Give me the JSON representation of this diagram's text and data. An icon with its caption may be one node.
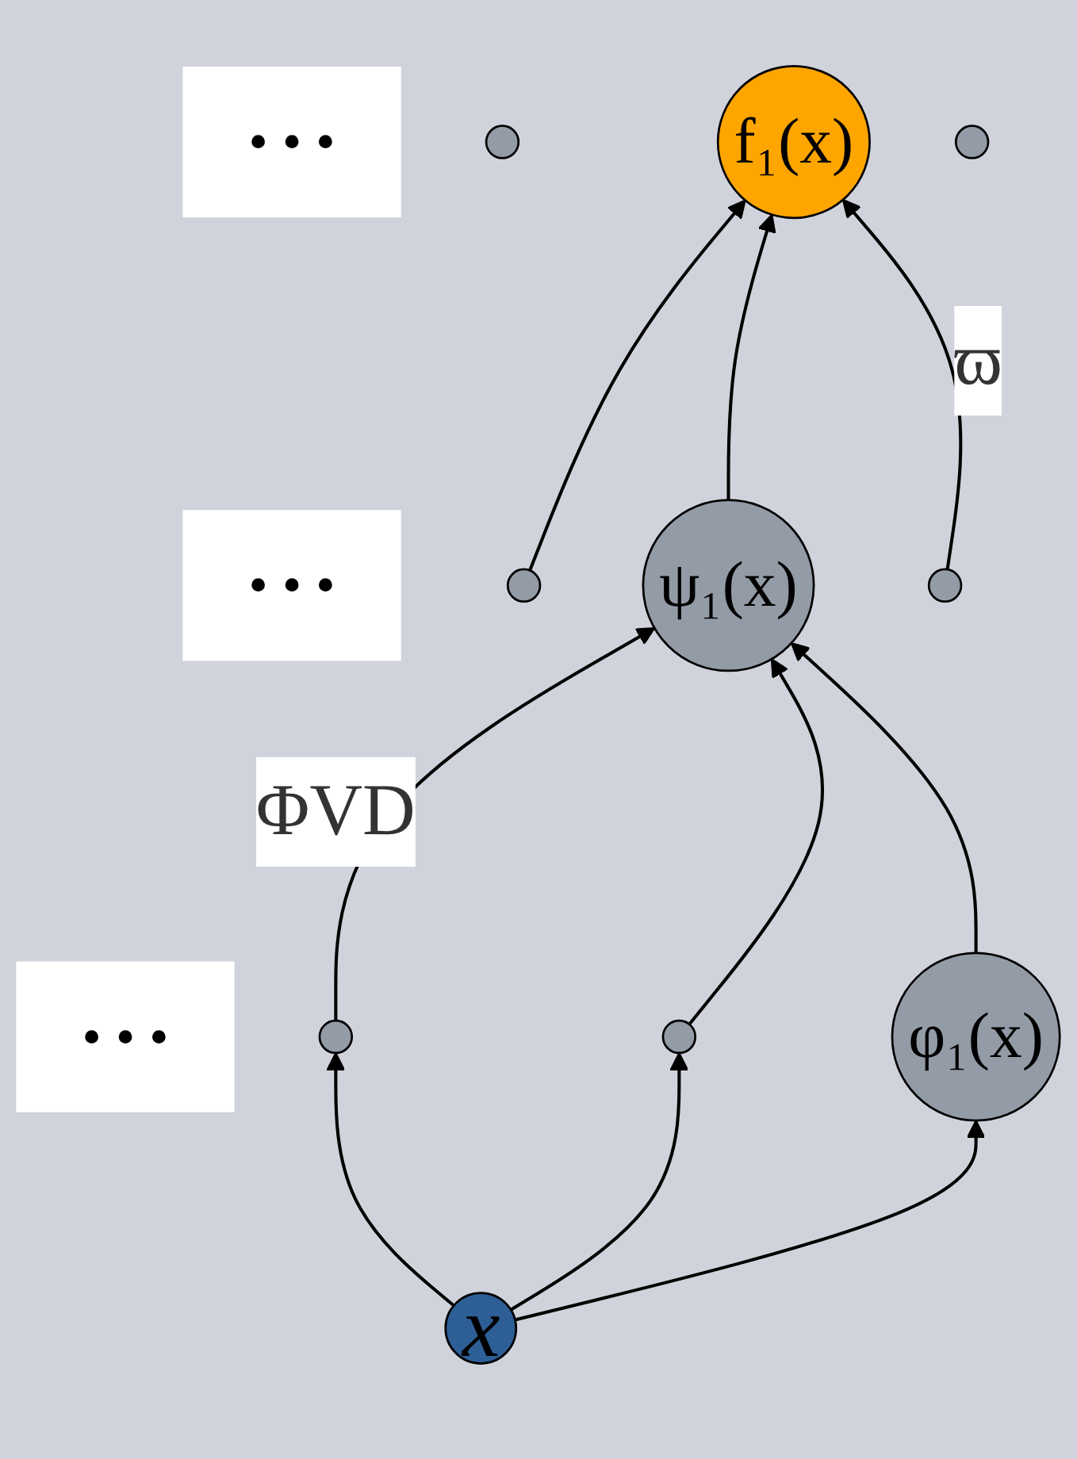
{
  "diagram": {
    "nodes": [
      {
        "text": [
          "f₁(x)"
        ]
      },
      {
        "text": [],
        "shape": "circle"
      },
      {
        "text": [
          "• • •"
        ]
      },
      {
        "text": [],
        "shape": "circle"
      },
      {
        "text": [
          "ψ₁(x)"
        ]
      },
      {
        "text": [],
        "shape": "circle"
      },
      {
        "text": [
          "• • •"
        ]
      },
      {
        "text": [],
        "shape": "circle"
      },
      {
        "text": [
          "φ₁(x)"
        ]
      },
      {
        "text": [],
        "shape": "circle"
      },
      {
        "text": [
          "• • •"
        ]
      },
      {
        "text": [],
        "shape": "circle"
      },
      {
        "text": [
          "x"
        ]
      }
    ],
    "edges": [
      {
        "from": 4,
        "to": 0,
        "arrow": "to"
      },
      {
        "from": 5,
        "to": 0,
        "arrow": "to"
      },
      {
        "from": 7,
        "to": 0,
        "label": "ϖ",
        "arrow": "to"
      },
      {
        "from": 8,
        "to": 4,
        "arrow": "to"
      },
      {
        "from": 9,
        "to": 4,
        "arrow": "to"
      },
      {
        "from": 11,
        "to": 4,
        "label": "ΦVD",
        "arrow": "to"
      },
      {
        "from": 12,
        "to": 8,
        "arrow": "to"
      },
      {
        "from": 12,
        "to": 9,
        "arrow": "to"
      },
      {
        "from": 12,
        "to": 11,
        "arrow": "to"
      }
    ]
  }
}
